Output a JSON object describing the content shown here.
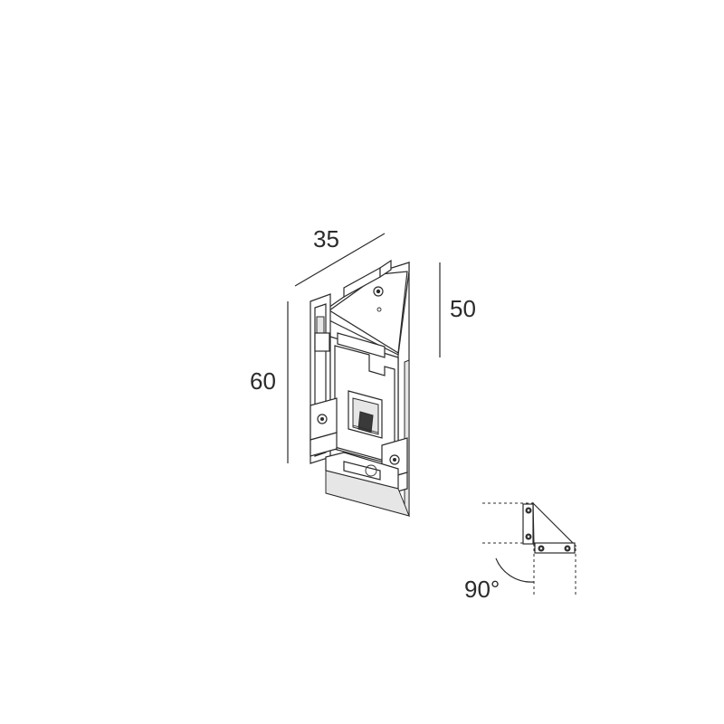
{
  "dimensions": {
    "width": "35",
    "height_rear": "50",
    "height_front": "60",
    "angle": "90°"
  },
  "colors": {
    "line": "#2b2b2b",
    "shade": "#e6e6e6",
    "background": "#ffffff"
  }
}
